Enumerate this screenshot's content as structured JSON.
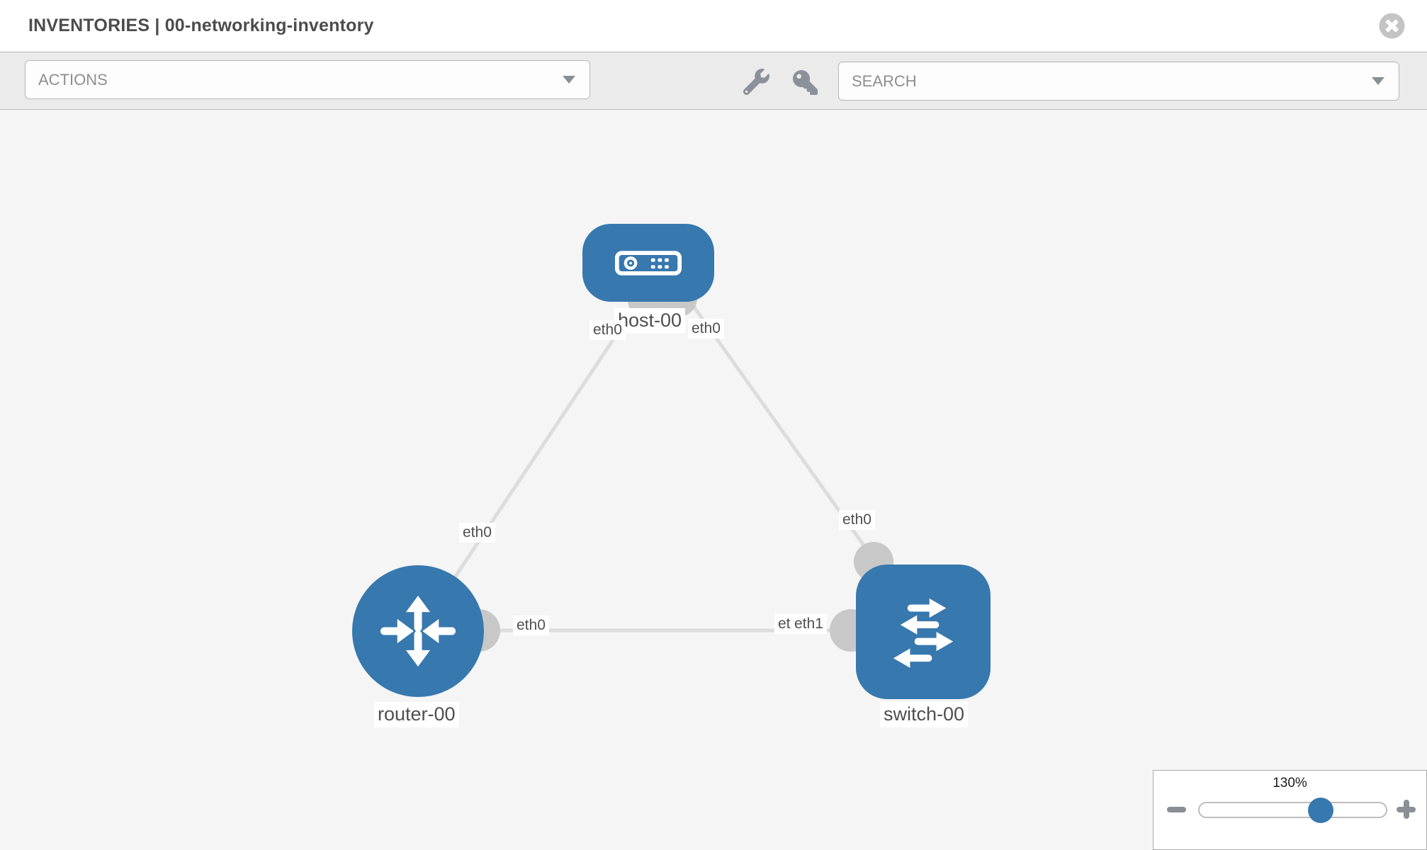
{
  "header": {
    "title": "INVENTORIES | 00-networking-inventory"
  },
  "toolbar": {
    "actions_label": "ACTIONS",
    "search_placeholder": "SEARCH",
    "icons": [
      "wrench-icon",
      "key-icon"
    ]
  },
  "diagram": {
    "nodes": [
      {
        "id": "host-00",
        "type": "host",
        "label": "host-00"
      },
      {
        "id": "router-00",
        "type": "router",
        "label": "router-00"
      },
      {
        "id": "switch-00",
        "type": "switch",
        "label": "switch-00"
      }
    ],
    "links": [
      {
        "source": "host-00",
        "target": "router-00",
        "source_interface": "eth0",
        "target_interface": "eth0"
      },
      {
        "source": "host-00",
        "target": "switch-00",
        "source_interface": "eth0",
        "target_interface": "eth0"
      },
      {
        "source": "router-00",
        "target": "switch-00",
        "source_interface": "eth0",
        "target_interface": "eth1"
      }
    ],
    "overlapped_interface_label": "eth0"
  },
  "zoom_control": {
    "level": "130%",
    "percent": 65
  },
  "colors": {
    "node_blue": "#3778ae",
    "canvas_bg": "#f5f5f5",
    "toolbar_bg": "#ebebeb",
    "link_gray": "#dcdcdc",
    "endpoint_gray": "#c8c8c8"
  }
}
